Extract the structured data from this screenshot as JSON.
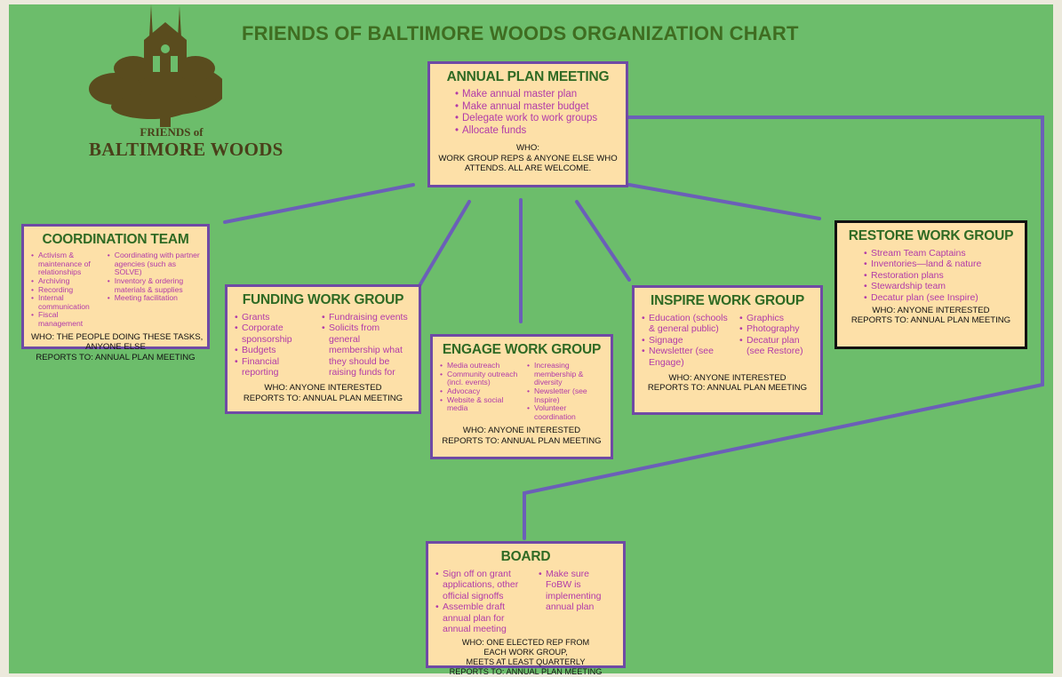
{
  "chart_title": "FRIENDS OF BALTIMORE WOODS ORGANIZATION  CHART",
  "logo": {
    "line1": "FRIENDS of",
    "line2": "BALTIMORE WOODS"
  },
  "colors": {
    "background": "#6cbd6b",
    "box_fill": "#fde0a8",
    "box_border": "#6f4aa5",
    "heading": "#2f6a24",
    "bullet_text": "#b23aa8",
    "connector": "#6b5fb8"
  },
  "annual": {
    "title": "ANNUAL PLAN MEETING",
    "items": [
      "Make annual master plan",
      "Make annual master budget",
      "Delegate work to work groups",
      "Allocate funds"
    ],
    "who": [
      "WHO:",
      "WORK GROUP REPS & ANYONE ELSE WHO",
      "ATTENDS.  ALL ARE WELCOME."
    ]
  },
  "coordination": {
    "title": "COORDINATION TEAM",
    "col1": [
      "Activism & maintenance of relationships",
      "Archiving",
      "Recording",
      "Internal communication",
      "Fiscal management"
    ],
    "col2": [
      "Coordinating with partner agencies (such as SOLVE)",
      "Inventory & ordering materials & supplies",
      "Meeting facilitation"
    ],
    "who": [
      "WHO:  THE PEOPLE DOING THESE TASKS,",
      "ANYONE ELSE",
      "REPORTS TO:  ANNUAL PLAN MEETING"
    ]
  },
  "funding": {
    "title": "FUNDING WORK GROUP",
    "col1": [
      "Grants",
      "Corporate sponsorship",
      "Budgets",
      "Financial reporting"
    ],
    "col2": [
      "Fundraising events",
      "Solicits from general membership what they should be raising funds  for"
    ],
    "who": [
      "WHO:  ANYONE INTERESTED",
      "REPORTS TO:  ANNUAL PLAN MEETING"
    ]
  },
  "engage": {
    "title": "ENGAGE WORK GROUP",
    "col1": [
      "Media outreach",
      "Community outreach (incl. events)",
      "Advocacy",
      "Website & social media"
    ],
    "col2": [
      "Increasing membership & diversity",
      "Newsletter (see Inspire)",
      "Volunteer coordination"
    ],
    "who": [
      "WHO:  ANYONE INTERESTED",
      "REPORTS TO:  ANNUAL PLAN MEETING"
    ]
  },
  "inspire": {
    "title": "INSPIRE WORK GROUP",
    "col1": [
      "Education (schools & general public)",
      "Signage",
      "Newsletter (see Engage)"
    ],
    "col2": [
      "Graphics",
      "Photography",
      "Decatur plan (see Restore)"
    ],
    "who": [
      "WHO:  ANYONE INTERESTED",
      "REPORTS TO:  ANNUAL PLAN MEETING"
    ]
  },
  "restore": {
    "title": "RESTORE WORK GROUP",
    "items": [
      "Stream Team Captains",
      "Inventories—land & nature",
      "Restoration plans",
      "Stewardship team",
      "Decatur plan (see Inspire)"
    ],
    "who": [
      "WHO:  ANYONE INTERESTED",
      "REPORTS TO:  ANNUAL PLAN MEETING"
    ]
  },
  "board": {
    "title": "BOARD",
    "col1": [
      "Sign off on grant applications, other official signoffs",
      "Assemble draft annual plan for annual meeting"
    ],
    "col2": [
      "Make sure FoBW is implementing annual plan"
    ],
    "who": [
      "WHO:  ONE ELECTED REP FROM",
      "EACH WORK GROUP,",
      "MEETS AT LEAST QUARTERLY",
      "REPORTS TO: ANNUAL PLAN MEETING"
    ]
  }
}
